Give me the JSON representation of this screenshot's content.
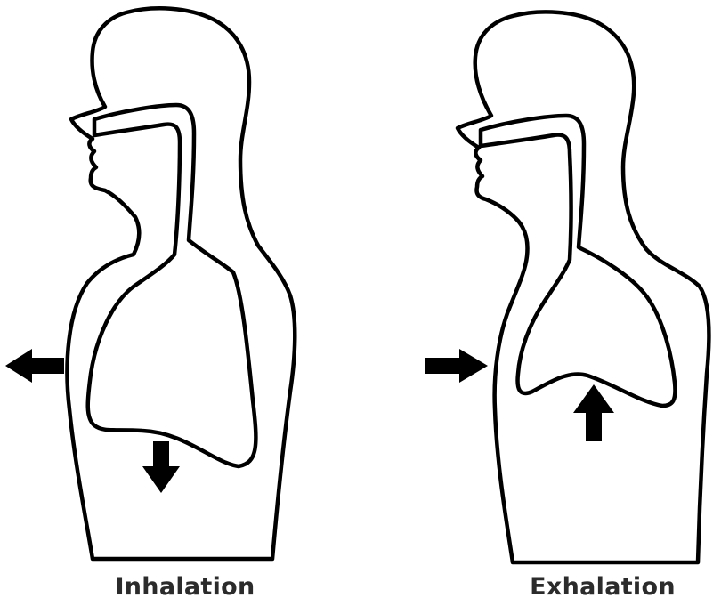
{
  "colors": {
    "line": "#000000",
    "background": "#ffffff",
    "caption": "#2b2b2b"
  },
  "panels": [
    {
      "caption": "Inhalation",
      "arrows": [
        {
          "icon": "arrow-left-icon",
          "meaning": "chest expands outward"
        },
        {
          "icon": "arrow-down-icon",
          "meaning": "diaphragm moves down"
        }
      ]
    },
    {
      "caption": "Exhalation",
      "arrows": [
        {
          "icon": "arrow-right-icon",
          "meaning": "chest moves inward"
        },
        {
          "icon": "arrow-up-icon",
          "meaning": "diaphragm moves up"
        }
      ]
    }
  ]
}
